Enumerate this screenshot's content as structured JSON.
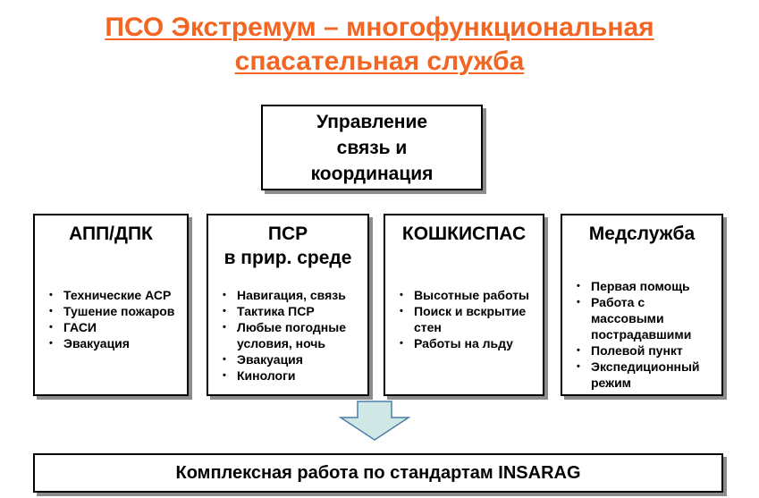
{
  "title": {
    "line1": "ПСО Экстремум – многофункциональная",
    "line2": "спасательная служба"
  },
  "top_box": {
    "lines": [
      "Управление",
      "связь и",
      "координация"
    ]
  },
  "columns": [
    {
      "head": [
        "АПП/ДПК"
      ],
      "items": [
        "Технические АСР",
        "Тушение пожаров",
        "ГАСИ",
        "Эвакуация"
      ]
    },
    {
      "head": [
        "ПСР",
        "в прир. среде"
      ],
      "items": [
        "Навигация, связь",
        "Тактика ПСР",
        "Любые погодные условия, ночь",
        "Эвакуация",
        "Кинологи"
      ]
    },
    {
      "head": [
        "КОШКИСПАС"
      ],
      "items": [
        "Высотные работы",
        "Поиск и вскрытие стен",
        "Работы на льду"
      ]
    },
    {
      "head": [
        "Медслужба"
      ],
      "items": [
        "Первая помощь",
        "Работа с массовыми пострадавшими",
        "Полевой пункт",
        "Экспедиционный режим"
      ]
    }
  ],
  "bottom_box": {
    "label": "Комплексная работа по стандартам INSARAG"
  },
  "colors": {
    "title": "#f26522",
    "arrow_fill": "#cfe8e6",
    "arrow_stroke": "#4a7ea6",
    "shadow": "#8c8c8c"
  }
}
